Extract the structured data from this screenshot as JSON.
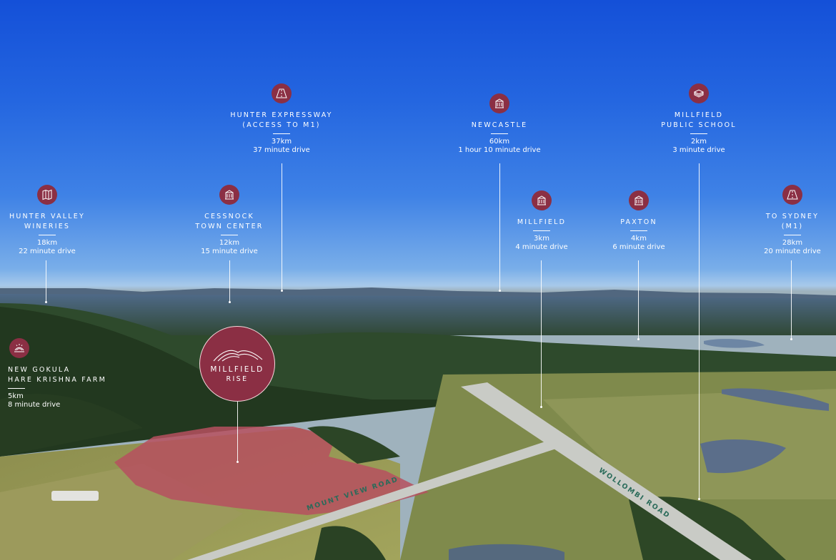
{
  "brand": {
    "line1": "MILLFIELD",
    "line2": "RISE"
  },
  "colors": {
    "accent": "#8b2f44",
    "road": "#c9cbc6",
    "road_text": "#2a6b5a",
    "sky": "#1d5bdc"
  },
  "points": [
    {
      "id": "hunter-valley-wineries",
      "name1": "HUNTER VALLEY",
      "name2": "WINERIES",
      "distance": "18km",
      "time": "22 minute drive",
      "icon": "map-icon"
    },
    {
      "id": "cessnock",
      "name1": "CESSNOCK",
      "name2": "TOWN CENTER",
      "distance": "12km",
      "time": "15 minute drive",
      "icon": "building-icon"
    },
    {
      "id": "hunter-expressway",
      "name1": "HUNTER EXPRESSWAY",
      "name2": "(ACCESS TO M1)",
      "distance": "37km",
      "time": "37 minute drive",
      "icon": "highway-icon"
    },
    {
      "id": "newcastle",
      "name1": "NEWCASTLE",
      "name2": "",
      "distance": "60km",
      "time": "1 hour 10 minute drive",
      "icon": "building-icon"
    },
    {
      "id": "millfield",
      "name1": "MILLFIELD",
      "name2": "",
      "distance": "3km",
      "time": "4 minute drive",
      "icon": "building-icon"
    },
    {
      "id": "paxton",
      "name1": "PAXTON",
      "name2": "",
      "distance": "4km",
      "time": "6 minute drive",
      "icon": "building-icon"
    },
    {
      "id": "millfield-school",
      "name1": "MILLFIELD",
      "name2": "PUBLIC SCHOOL",
      "distance": "2km",
      "time": "3 minute drive",
      "icon": "book-icon"
    },
    {
      "id": "to-sydney",
      "name1": "TO SYDNEY",
      "name2": "(M1)",
      "distance": "28km",
      "time": "20 minute drive",
      "icon": "highway-icon"
    },
    {
      "id": "new-gokula",
      "name1": "NEW GOKULA",
      "name2": "HARE KRISHNA FARM",
      "distance": "5km",
      "time": "8 minute drive",
      "icon": "farm-icon"
    }
  ],
  "roads": {
    "mount_view": "MOUNT VIEW ROAD",
    "wollombi": "WOLLOMBI ROAD"
  }
}
